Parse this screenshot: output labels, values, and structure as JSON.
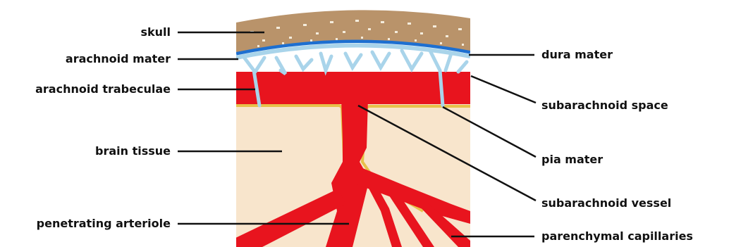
{
  "labels": {
    "skull": "skull",
    "arachnoid_mater": "arachnoid mater",
    "arachnoid_trabeculae": "arachnoid trabeculae",
    "brain_tissue": "brain tissue",
    "penetrating_arteriole": "penetrating arteriole",
    "dura_mater": "dura mater",
    "subarachnoid_space": "subarachnoid space",
    "pia_mater": "pia mater",
    "subarachnoid_vessel": "subarachnoid vessel",
    "parenchymal_capillaries": "parenchymal capillaries"
  },
  "colors": {
    "skull": "#b9936a",
    "skull_speckle": "#f4ecdc",
    "dura": "#1d6fd0",
    "arachnoid": "#a9d4ea",
    "space": "#ffffff",
    "vessel": "#e8141e",
    "pia": "#e7c14a",
    "brain": "#f8e5cc",
    "line": "#111111"
  }
}
